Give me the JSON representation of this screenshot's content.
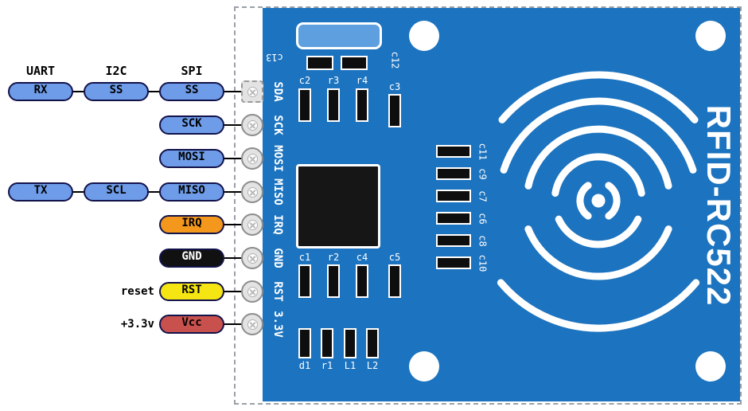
{
  "colors": {
    "board": "#1c73bf",
    "crystal": "#5d9fdf",
    "pill_blue": "#6e9ce8",
    "pill_orange": "#f3981d",
    "pill_yellow": "#f4e513",
    "pill_red": "#c8514d",
    "pill_black": "#111111"
  },
  "bus_headers": [
    {
      "label": "UART"
    },
    {
      "label": "I2C"
    },
    {
      "label": "SPI"
    }
  ],
  "pin_rows": [
    {
      "board_label": "SDA",
      "pills": [
        {
          "label": "RX"
        },
        {
          "label": "SS"
        },
        {
          "label": "SS"
        }
      ]
    },
    {
      "board_label": "SCK",
      "pills": [
        {
          "label": "SCK"
        }
      ]
    },
    {
      "board_label": "MOSI",
      "pills": [
        {
          "label": "MOSI"
        }
      ]
    },
    {
      "board_label": "MISO",
      "pills": [
        {
          "label": "TX"
        },
        {
          "label": "SCL"
        },
        {
          "label": "MISO"
        }
      ]
    },
    {
      "board_label": "IRQ",
      "pills": [
        {
          "label": "IRQ"
        }
      ]
    },
    {
      "board_label": "GND",
      "pills": [
        {
          "label": "GND"
        }
      ]
    },
    {
      "board_label": "RST",
      "prefix": "reset",
      "pills": [
        {
          "label": "RST"
        }
      ]
    },
    {
      "board_label": "3.3V",
      "prefix": "+3.3v",
      "pills": [
        {
          "label": "Vcc"
        }
      ]
    }
  ],
  "board": {
    "title": "RFID-RC522",
    "silkscreen": {
      "c13": "c13",
      "c12": "c12",
      "top_caps": [
        "c2",
        "r3",
        "r4",
        "c3"
      ],
      "right_caps": [
        "c11",
        "c9",
        "c7",
        "c6",
        "c8",
        "c10"
      ],
      "mid_caps": [
        "c1",
        "r2",
        "c4",
        "c5"
      ],
      "bottom_caps": [
        "d1",
        "r1",
        "L1",
        "L2"
      ]
    }
  }
}
